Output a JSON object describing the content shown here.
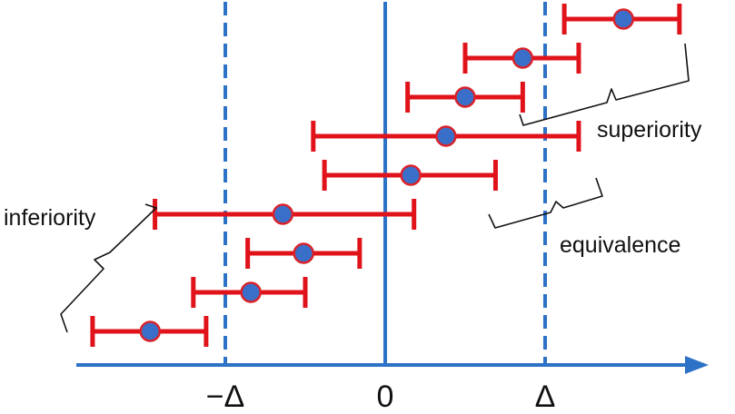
{
  "colors": {
    "axis": "#2d72c6",
    "interval": "#e0131b",
    "point_fill": "#3a6fc9",
    "point_stroke": "#d9222a",
    "brace": "#111111"
  },
  "axis": {
    "ticks": [
      {
        "value": -1,
        "label": "−Δ"
      },
      {
        "value": 0,
        "label": "0"
      },
      {
        "value": 1,
        "label": "Δ"
      }
    ],
    "dashed_lines_at": [
      -1,
      1
    ],
    "solid_line_at": 0
  },
  "chart_data": {
    "type": "scatter",
    "x_units": "margin Δ",
    "intervals": [
      {
        "estimate": 1.49,
        "lower": 1.12,
        "upper": 1.84
      },
      {
        "estimate": 0.86,
        "lower": 0.5,
        "upper": 1.21
      },
      {
        "estimate": 0.5,
        "lower": 0.14,
        "upper": 0.86
      },
      {
        "estimate": 0.38,
        "lower": -0.45,
        "upper": 1.21
      },
      {
        "estimate": 0.16,
        "lower": -0.38,
        "upper": 0.69
      },
      {
        "estimate": -0.64,
        "lower": -1.44,
        "upper": 0.18
      },
      {
        "estimate": -0.51,
        "lower": -0.86,
        "upper": -0.16
      },
      {
        "estimate": -0.84,
        "lower": -1.2,
        "upper": -0.5
      },
      {
        "estimate": -1.47,
        "lower": -1.83,
        "upper": -1.12
      }
    ]
  },
  "annotations": {
    "superiority": "superiority",
    "equivalence": "equivalence",
    "inferiority": "inferiority"
  }
}
